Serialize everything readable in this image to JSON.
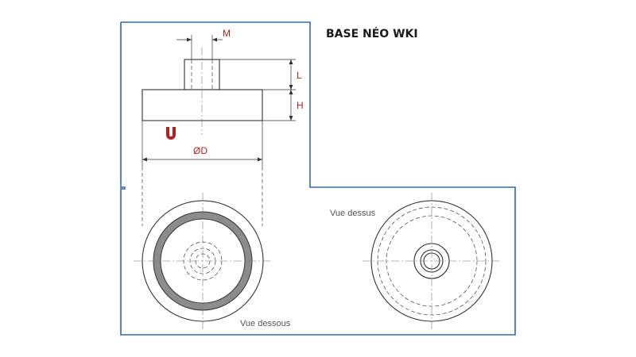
{
  "title": "BASE NÉO WKI",
  "dimension_labels": {
    "thread": "M",
    "stud_length": "L",
    "base_height": "H",
    "diameter": "ØD"
  },
  "views": {
    "bottom": "Vue dessous",
    "top": "Vue dessus"
  },
  "colors": {
    "frame": "#2f6ab0",
    "dimension_text": "#b22222",
    "magnet_ring": "#8c8c8c",
    "magnet_symbol": "#b22222"
  },
  "icons": {
    "magnet": "horseshoe-magnet-icon"
  }
}
